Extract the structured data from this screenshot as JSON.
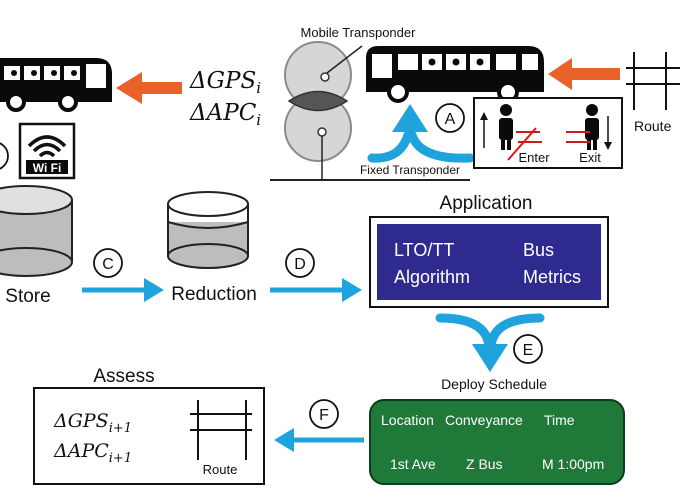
{
  "colors": {
    "orange_arrow": "#e8622a",
    "blue_arrow": "#1fa3dc",
    "application_box": "#2e2a8e",
    "schedule_box": "#1f7a3a",
    "bus": "#0a0a0a",
    "transponder_overlap": "#555555"
  },
  "icons": [
    "bus-icon",
    "wifi-icon",
    "person-icon",
    "database-icon",
    "route-map-icon"
  ],
  "labels": {
    "mobile_transponder": "Mobile Transponder",
    "fixed_transponder": "Fixed Transponder",
    "route_top": "Route",
    "enter": "Enter",
    "exit": "Exit",
    "wifi": "Wi Fi",
    "store": "Store",
    "reduction": "Reduction",
    "application": "Application",
    "deploy_schedule": "Deploy Schedule",
    "assess": "Assess",
    "route_bottom": "Route"
  },
  "math": {
    "gps_top": "ΔGPS",
    "apc_top": "ΔAPC",
    "sub_i": "i",
    "gps_bottom": "ΔGPS",
    "apc_bottom": "ΔAPC",
    "sub_i1": "i+1"
  },
  "steps": {
    "a": "A",
    "c": "C",
    "d": "D",
    "e": "E",
    "f": "F"
  },
  "application_box": {
    "line1_left": "LTO/TT",
    "line1_right": "Bus",
    "line2_left": "Algorithm",
    "line2_right": "Metrics"
  },
  "schedule_box": {
    "header_col1": "Location",
    "header_col2": "Conveyance",
    "header_col3": "Time",
    "row_col1": "1st Ave",
    "row_col2": "Z Bus",
    "row_col3": "M 1:00pm"
  }
}
